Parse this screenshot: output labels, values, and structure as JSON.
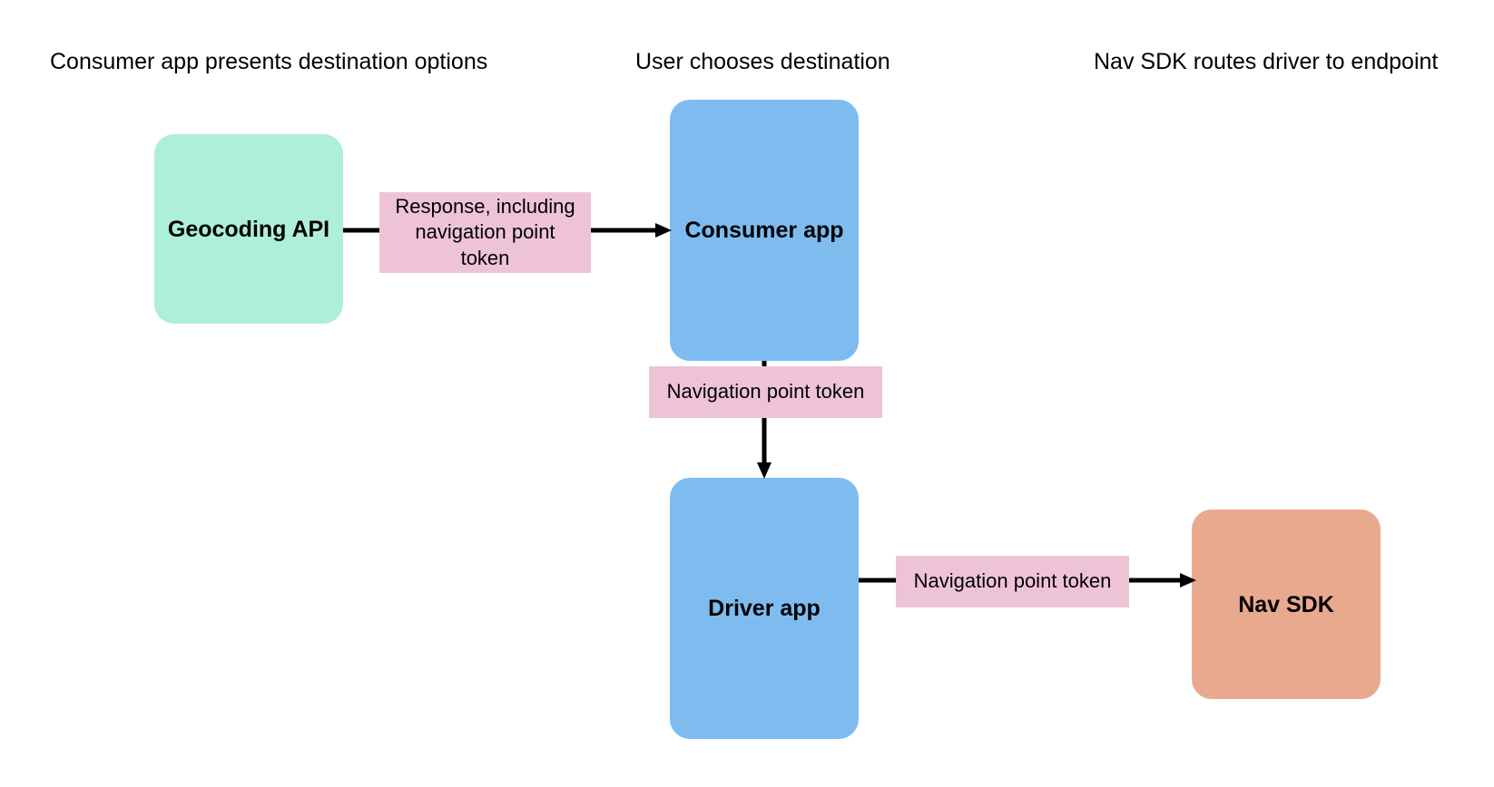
{
  "diagram": {
    "title_row": [
      {
        "id": "col-1",
        "label": "Consumer app presents destination options"
      },
      {
        "id": "col-2",
        "label": "User chooses destination"
      },
      {
        "id": "col-3",
        "label": "Nav SDK routes driver to endpoint"
      }
    ],
    "nodes": [
      {
        "id": "geocoding-api",
        "label": "Geocoding API",
        "color": "#AEEFDB"
      },
      {
        "id": "consumer-app",
        "label": "Consumer app",
        "color": "#7EBCF0"
      },
      {
        "id": "driver-app",
        "label": "Driver app",
        "color": "#7EBCF0"
      },
      {
        "id": "nav-sdk",
        "label": "Nav SDK",
        "color": "#E8A98F"
      }
    ],
    "edges": [
      {
        "id": "geocoding-to-consumer",
        "from": "geocoding-api",
        "to": "consumer-app",
        "label": "Response, including navigation point token",
        "label_lines": [
          "Response, including",
          "navigation point",
          "token"
        ],
        "color": "#EEC3D6",
        "direction": "right"
      },
      {
        "id": "consumer-to-driver",
        "from": "consumer-app",
        "to": "driver-app",
        "label": "Navigation point token",
        "label_lines": [
          "Navigation point token"
        ],
        "color": "#EEC3D6",
        "direction": "down"
      },
      {
        "id": "driver-to-navsdk",
        "from": "driver-app",
        "to": "nav-sdk",
        "label": "Navigation point token",
        "label_lines": [
          "Navigation point token"
        ],
        "color": "#EEC3D6",
        "direction": "right"
      }
    ],
    "arrow_color": "#000000",
    "background": "#ffffff"
  }
}
